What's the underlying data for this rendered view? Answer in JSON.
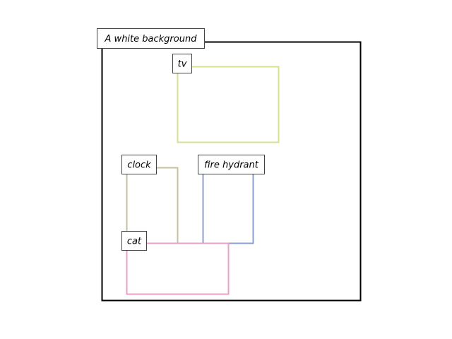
{
  "caption": "A white background",
  "boxes": [
    {
      "label": "tv",
      "color": "#d6e08f"
    },
    {
      "label": "clock",
      "color": "#c4c29c"
    },
    {
      "label": "fire hydrant",
      "color": "#8c9fd0"
    },
    {
      "label": "cat",
      "color": "#e8a0c4"
    }
  ]
}
